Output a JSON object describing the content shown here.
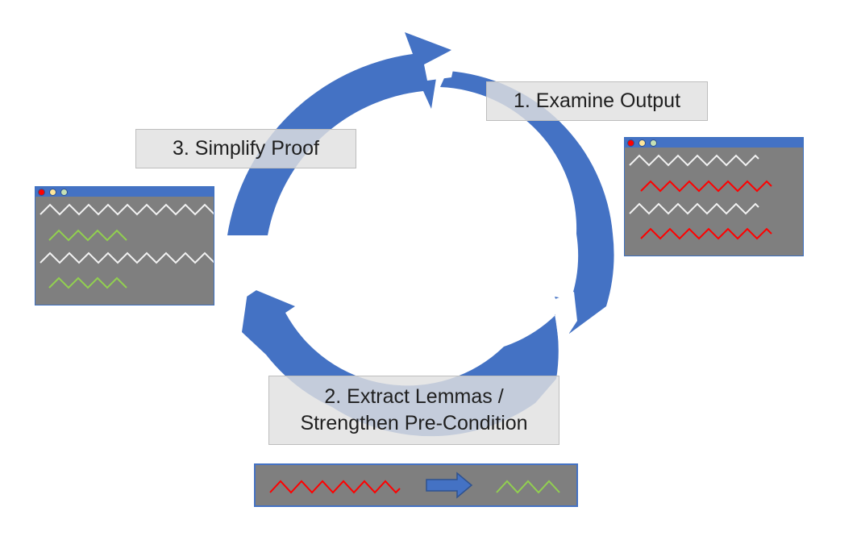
{
  "steps": {
    "step1": "1. Examine Output",
    "step2_line1": "2. Extract Lemmas /",
    "step2_line2": "Strengthen Pre-Condition",
    "step3": "3. Simplify Proof"
  },
  "icons": {
    "cycle": "circular-arrow-cycle",
    "window_left": "output-window-icon",
    "window_right": "output-window-icon",
    "transform": "right-arrow-icon"
  },
  "colors": {
    "arrow": "#4472c4",
    "window_bg": "#7f7f7f",
    "white_line": "#f2f2f2",
    "red_line": "#ff0000",
    "green_line": "#92d050",
    "dot_red": "#ff0000",
    "dot_yellow": "#ffe699",
    "dot_green": "#c5e0b4"
  },
  "window_left_lines": [
    "white",
    "green",
    "white",
    "green"
  ],
  "window_right_lines": [
    "white",
    "red",
    "white",
    "red"
  ]
}
